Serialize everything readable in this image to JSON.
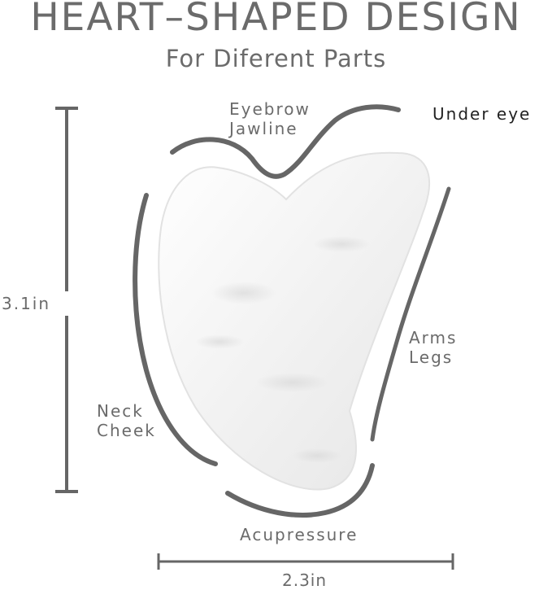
{
  "header": {
    "title": "HEART–SHAPED DESIGN",
    "subtitle": "For Diferent Parts"
  },
  "labels": {
    "eyebrow_jawline": [
      "Eyebrow",
      "Jawline"
    ],
    "under_eye": "Under eye",
    "arms_legs": [
      "Arms",
      "Legs"
    ],
    "neck_cheek": [
      "Neck",
      "Cheek"
    ],
    "acupressure": "Acupressure"
  },
  "dimensions": {
    "height": "3.1in",
    "width": "2.3in"
  },
  "colors": {
    "text": "#6b6b6b",
    "dark_text": "#222222",
    "stroke": "#666666",
    "stone": "#f4f4f4"
  }
}
